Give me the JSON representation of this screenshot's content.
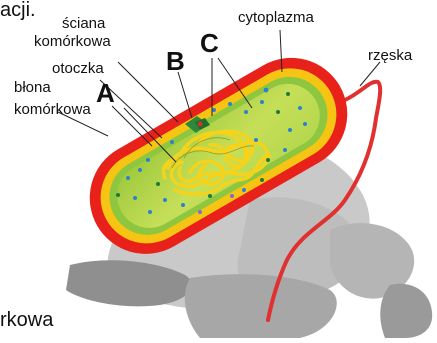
{
  "labels": {
    "top_fragment": "acji.",
    "bottom_fragment": "rkowa",
    "sciana_line1": "ściana",
    "sciana_line2": "komórkowa",
    "otoczka": "otoczka",
    "blona_line1": "błona",
    "blona_line2": "komórkowa",
    "cytoplazma": "cytoplazma",
    "rzeska": "rzęska",
    "letter_a": "A",
    "letter_b": "B",
    "letter_c": "C"
  },
  "colors": {
    "cell_wall": "#e8211b",
    "capsule": "#f6c514",
    "membrane": "#8ec73f",
    "cytoplasm": "#b7d94a",
    "nucleoid": "#f5d31c",
    "flagellum": "#e03030",
    "background_shape": "#c8c8c8",
    "dark_shape": "#8f8f8f",
    "plasmid_green": "#2a8a3a"
  }
}
